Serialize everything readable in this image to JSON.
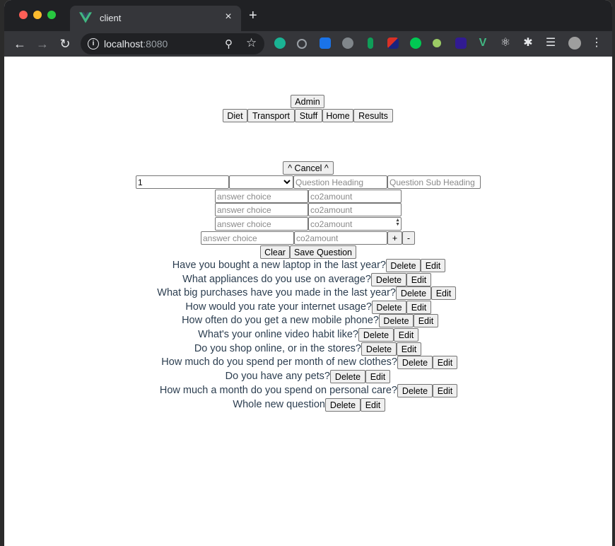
{
  "browser": {
    "tab_title": "client",
    "tab_close": "×",
    "new_tab": "+",
    "url_host": "localhost",
    "url_port": ":8080",
    "colors": {
      "frame": "#202124",
      "toolbar": "#35363a",
      "vue_green": "#41b883"
    }
  },
  "nav": {
    "admin": "Admin",
    "items": [
      "Diet",
      "Transport",
      "Stuff",
      "Home",
      "Results"
    ]
  },
  "form": {
    "cancel_label": "^ Cancel ^",
    "order_value": "1",
    "heading_placeholder": "Question Heading",
    "subheading_placeholder": "Question Sub Heading",
    "answer_placeholder": "answer choice",
    "co2_placeholder": "co2amount",
    "add_label": "+",
    "remove_label": "-",
    "clear_label": "Clear",
    "save_label": "Save Question"
  },
  "questions": {
    "delete_label": "Delete",
    "edit_label": "Edit",
    "items": [
      "Have you bought a new laptop in the last year?",
      "What appliances do you use on average?",
      "What big purchases have you made in the last year?",
      "How would you rate your internet usage?",
      "How often do you get a new mobile phone?",
      "What's your online video habit like?",
      "Do you shop online, or in the stores?",
      "How much do you spend per month of new clothes?",
      "Do you have any pets?",
      "How much a month do you spend on personal care?",
      "Whole new question"
    ]
  }
}
